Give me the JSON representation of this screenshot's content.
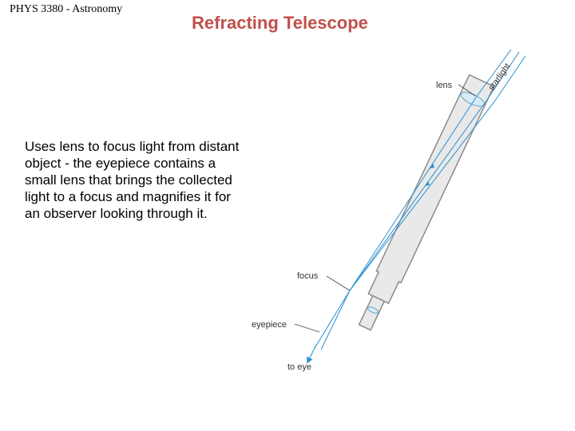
{
  "header": {
    "course": "PHYS 3380 - Astronomy",
    "title": "Refracting Telescope"
  },
  "body_text": "Uses lens to focus light from distant object - the eyepiece contains a small lens that brings the collected light to a focus and magnifies it for an observer looking through it.",
  "diagram": {
    "labels": {
      "starlight": "starlight",
      "lens": "lens",
      "focus": "focus",
      "eyepiece": "eyepiece",
      "to_eye": "to eye"
    },
    "colors": {
      "tube_fill": "#e9e9e9",
      "tube_outline": "#8a8a8a",
      "light_rays": "#2a8fd0",
      "lens_fill": "#d6ecf8"
    }
  }
}
